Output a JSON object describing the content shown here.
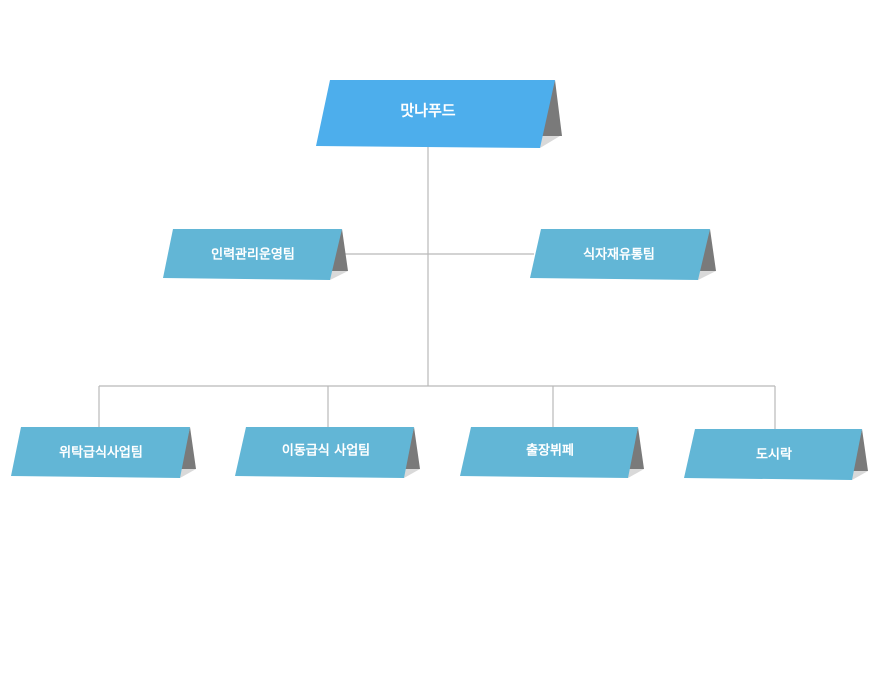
{
  "org": {
    "root": {
      "label": "맛나푸드"
    },
    "level2": [
      {
        "label": "인력관리운영팀"
      },
      {
        "label": "식자재유통팀"
      }
    ],
    "level3": [
      {
        "label": "위탁급식사업팀"
      },
      {
        "label": "이동급식 사업팀"
      },
      {
        "label": "출장뷔페"
      },
      {
        "label": "도시락"
      }
    ]
  },
  "colors": {
    "root_fill": "#4daeec",
    "node_fill": "#62b6d6",
    "fold_dark": "#7a7a7a",
    "fold_light": "#d9d9d9",
    "connector": "#b9b9b9",
    "label": "#ffffff"
  }
}
